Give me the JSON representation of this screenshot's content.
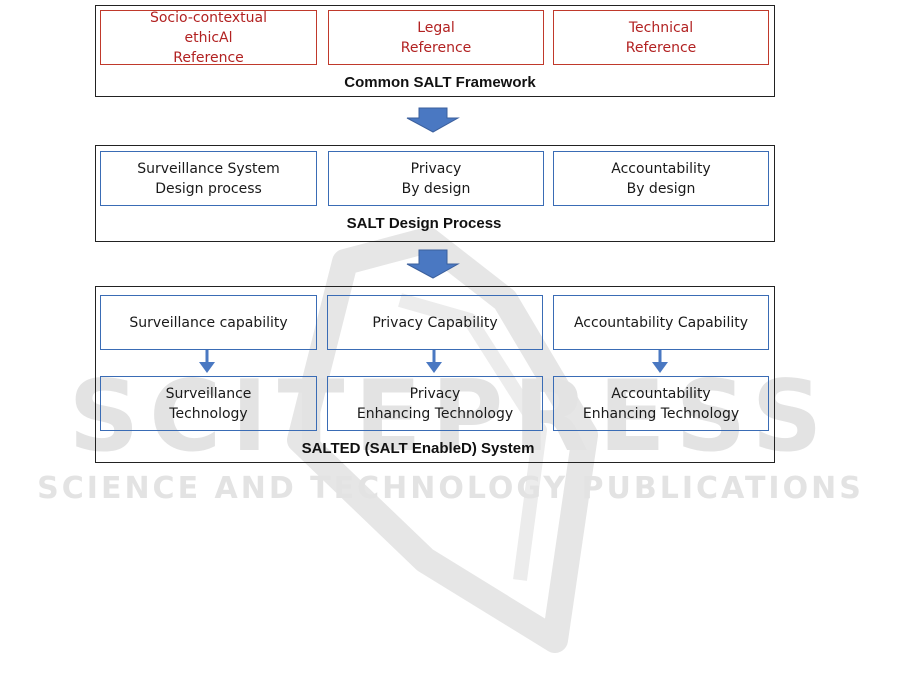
{
  "watermark": {
    "title": "SCITEPRESS",
    "subtitle": "SCIENCE AND TECHNOLOGY PUBLICATIONS"
  },
  "colors": {
    "panel_border": "#222222",
    "reference_border": "#c0392b",
    "reference_text": "#b22222",
    "process_border": "#3a6cb5",
    "arrow_fill": "#4a78c2",
    "watermark": "#e3e3e3"
  },
  "framework": {
    "title": "Common SALT Framework",
    "boxes": [
      {
        "line1": "Socio-contextual",
        "line2": "ethicAl",
        "line3": "Reference"
      },
      {
        "line1": "Legal",
        "line2": "Reference"
      },
      {
        "line1": "Technical",
        "line2": "Reference"
      }
    ]
  },
  "design_process": {
    "title": "SALT Design Process",
    "boxes": [
      {
        "line1": "Surveillance System",
        "line2": "Design process"
      },
      {
        "line1": "Privacy",
        "line2": "By design"
      },
      {
        "line1": "Accountability",
        "line2": "By design"
      }
    ]
  },
  "system": {
    "title": "SALTED (SALT EnableD) System",
    "capabilities": [
      {
        "label": "Surveillance capability"
      },
      {
        "label": "Privacy Capability"
      },
      {
        "label": "Accountability Capability"
      }
    ],
    "technologies": [
      {
        "line1": "Surveillance",
        "line2": "Technology"
      },
      {
        "line1": "Privacy",
        "line2": "Enhancing Technology"
      },
      {
        "line1": "Accountability",
        "line2": "Enhancing Technology"
      }
    ]
  }
}
